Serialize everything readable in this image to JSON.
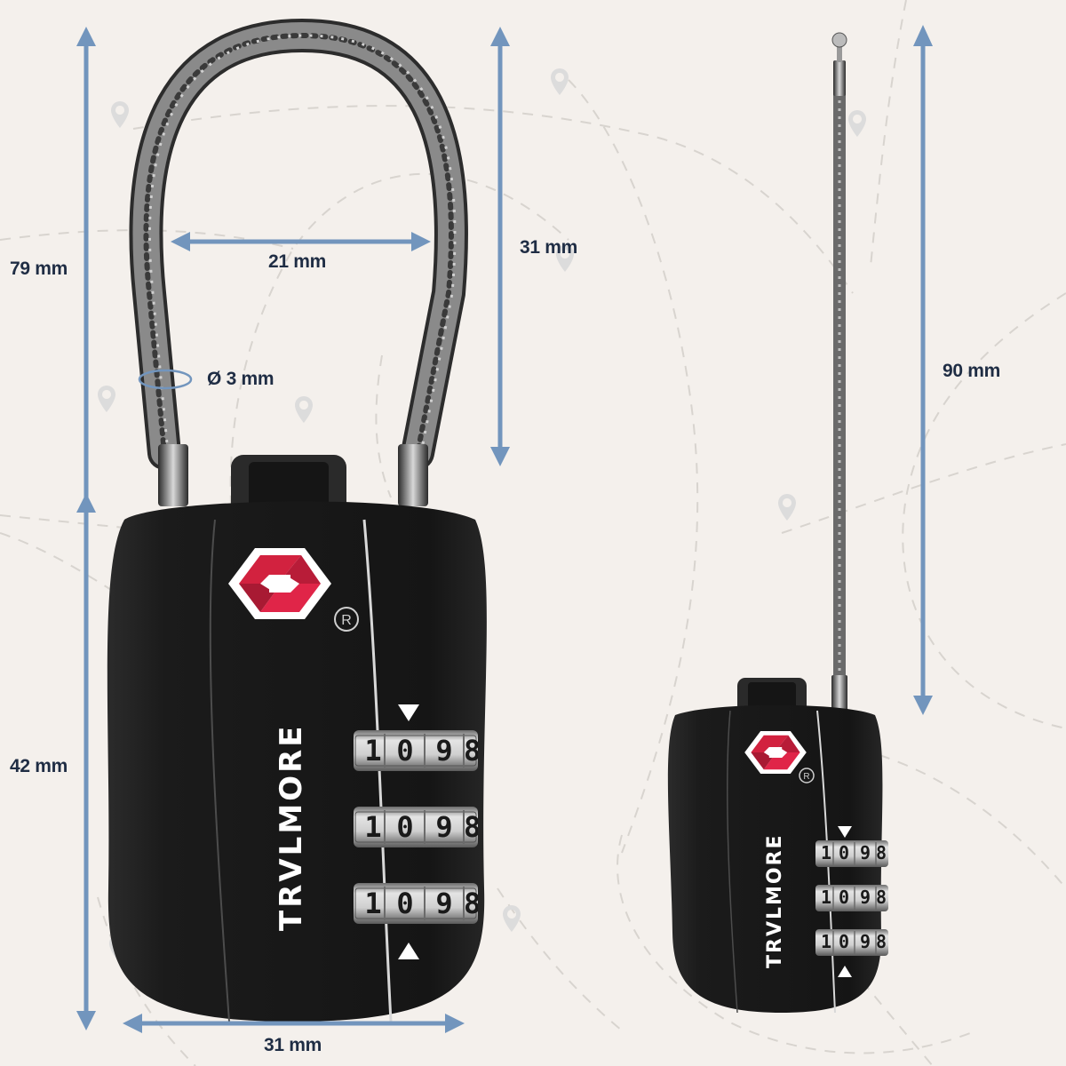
{
  "product": {
    "brand": "TRVLMORE",
    "type": "TSA cable combination padlock",
    "registered_mark": "®",
    "combination_digits": [
      "1",
      "0",
      "9",
      "8"
    ],
    "dials": 3
  },
  "dimensions": {
    "total_height": "79 mm",
    "shackle_inner_width": "21 mm",
    "shackle_height": "31 mm",
    "cable_diameter": "Ø 3 mm",
    "body_height": "42 mm",
    "body_width": "31 mm",
    "cable_length_extended": "90 mm"
  },
  "colors": {
    "background": "#f4f0ec",
    "arrow": "#7295bd",
    "label_text": "#1f2d44",
    "lock_body": "#1c1c1c",
    "tsa_red": "#d2223f",
    "map_pin": "#dcdcdc",
    "dashed_path": "#d6d2ce"
  }
}
